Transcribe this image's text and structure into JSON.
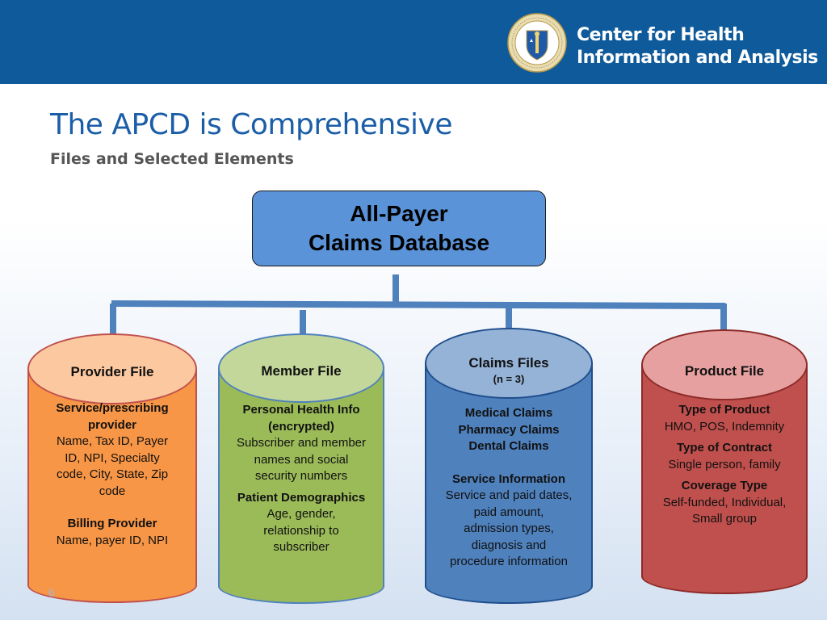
{
  "header": {
    "org_line1": "Center for Health",
    "org_line2": "Information and Analysis",
    "seal_icon": "massachusetts-seal-icon",
    "background_color": "#0e5a9a"
  },
  "title": "The APCD is Comprehensive",
  "subtitle": "Files and Selected Elements",
  "root": {
    "line1": "All-Payer",
    "line2": "Claims Database",
    "color": "#5b93d8"
  },
  "files": [
    {
      "name": "Provider File",
      "colors": {
        "top": "#fbc8a0",
        "body": "#f79646",
        "border": "#c0504d"
      },
      "lines": [
        {
          "text": "Service/prescribing",
          "bold": true
        },
        {
          "text": "provider",
          "bold": true
        },
        {
          "text": "Name, Tax ID, Payer",
          "bold": false
        },
        {
          "text": "ID, NPI, Specialty",
          "bold": false
        },
        {
          "text": "code, City, State, Zip",
          "bold": false
        },
        {
          "text": "code",
          "bold": false
        },
        {
          "text": "",
          "bold": false,
          "gap": "large"
        },
        {
          "text": "Billing Provider",
          "bold": true
        },
        {
          "text": "Name, payer ID, NPI",
          "bold": false
        }
      ]
    },
    {
      "name": "Member File",
      "colors": {
        "top": "#c4d79b",
        "body": "#9bbb59",
        "border": "#4f81bd"
      },
      "lines": [
        {
          "text": "Personal Health Info",
          "bold": true
        },
        {
          "text": "(encrypted)",
          "bold": true
        },
        {
          "text": "Subscriber and member",
          "bold": false
        },
        {
          "text": "names and social",
          "bold": false
        },
        {
          "text": "security numbers",
          "bold": false
        },
        {
          "text": "",
          "bold": false,
          "gap": "small"
        },
        {
          "text": "Patient Demographics",
          "bold": true
        },
        {
          "text": "Age, gender,",
          "bold": false
        },
        {
          "text": "relationship to",
          "bold": false
        },
        {
          "text": "subscriber",
          "bold": false
        }
      ]
    },
    {
      "name": "Claims Files",
      "count_label": "(n = 3)",
      "colors": {
        "top": "#95b3d7",
        "body": "#4f81bd",
        "border": "#1f4e8c"
      },
      "lines": [
        {
          "text": "Medical Claims",
          "bold": true
        },
        {
          "text": "Pharmacy Claims",
          "bold": true
        },
        {
          "text": "Dental Claims",
          "bold": true
        },
        {
          "text": "",
          "bold": false,
          "gap": "large"
        },
        {
          "text": "Service Information",
          "bold": true
        },
        {
          "text": "Service and paid dates,",
          "bold": false
        },
        {
          "text": "paid amount,",
          "bold": false
        },
        {
          "text": "admission types,",
          "bold": false
        },
        {
          "text": "diagnosis and",
          "bold": false
        },
        {
          "text": "procedure information",
          "bold": false
        }
      ]
    },
    {
      "name": "Product File",
      "colors": {
        "top": "#e6a0a0",
        "body": "#c0504d",
        "border": "#8c2a28"
      },
      "lines": [
        {
          "text": "Type of Product",
          "bold": true
        },
        {
          "text": "HMO, POS, Indemnity",
          "bold": false
        },
        {
          "text": "",
          "bold": false,
          "gap": "small"
        },
        {
          "text": "Type of Contract",
          "bold": true
        },
        {
          "text": "Single person, family",
          "bold": false
        },
        {
          "text": "",
          "bold": false,
          "gap": "small"
        },
        {
          "text": "Coverage Type",
          "bold": true
        },
        {
          "text": "Self-funded, Individual,",
          "bold": false
        },
        {
          "text": "Small group",
          "bold": false
        }
      ]
    }
  ],
  "connector_color": "#4f81bd",
  "page_number": "6"
}
